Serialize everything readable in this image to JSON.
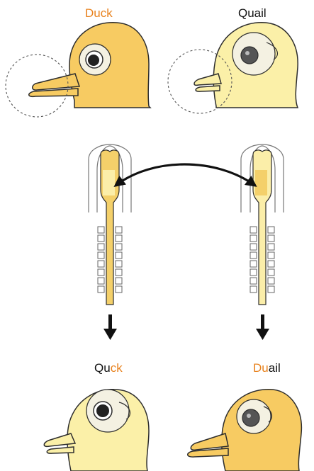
{
  "labels": {
    "duck": "Duck",
    "quail": "Quail",
    "quck": {
      "part1": "Qu",
      "part2": "ck"
    },
    "duail": {
      "part1": "Du",
      "part2": "ail"
    }
  },
  "colors": {
    "duck_fill": "#f7cb62",
    "quail_fill": "#fbf0a8",
    "eye_patch": "#f4f1e2",
    "outline": "#2d2d2d",
    "accent_orange": "#e8821e",
    "embryo_tube": "#f4d06a",
    "embryo_graft": "#fbeea9"
  },
  "icons": {
    "transplant_arrow": "double-headed-curved-arrow",
    "result_arrow": "down-arrow"
  }
}
